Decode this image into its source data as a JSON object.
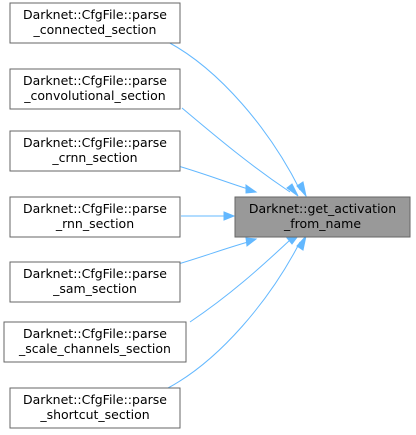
{
  "target": {
    "line1": "Darknet::get_activation",
    "line2": "_from_name"
  },
  "callers": [
    {
      "line1": "Darknet::CfgFile::parse",
      "line2": "_connected_section"
    },
    {
      "line1": "Darknet::CfgFile::parse",
      "line2": "_convolutional_section"
    },
    {
      "line1": "Darknet::CfgFile::parse",
      "line2": "_crnn_section"
    },
    {
      "line1": "Darknet::CfgFile::parse",
      "line2": "_rnn_section"
    },
    {
      "line1": "Darknet::CfgFile::parse",
      "line2": "_sam_section"
    },
    {
      "line1": "Darknet::CfgFile::parse",
      "line2": "_scale_channels_section"
    },
    {
      "line1": "Darknet::CfgFile::parse",
      "line2": "_shortcut_section"
    }
  ],
  "colors": {
    "edge": "#63b8ff",
    "target_fill": "#999999",
    "node_border": "#666666"
  }
}
